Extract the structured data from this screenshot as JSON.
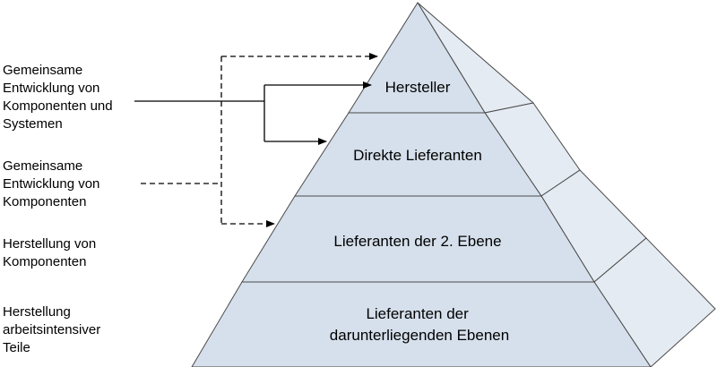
{
  "left_labels": {
    "joint_dev_components_systems": [
      "Gemeinsame",
      "Entwicklung von",
      "Komponenten und",
      "Systemen"
    ],
    "joint_dev_components": [
      "Gemeinsame",
      "Entwicklung von",
      "Komponenten"
    ],
    "manufacturing_components": [
      "Herstellung von",
      "Komponenten"
    ],
    "manufacturing_labor_parts": [
      "Herstellung",
      "arbeitsintensiver",
      "Teile"
    ]
  },
  "pyramid_levels": {
    "level_1": [
      "Hersteller"
    ],
    "level_2": [
      "Direkte Lieferanten"
    ],
    "level_3": [
      "Lieferanten der 2. Ebene"
    ],
    "level_4": [
      "Lieferanten der",
      "darunterliegenden Ebenen"
    ]
  },
  "colors": {
    "front_face": "#d6e0ec",
    "side_face": "#e5ebf2",
    "stroke": "#4a4a4a",
    "connector": "#000000"
  }
}
